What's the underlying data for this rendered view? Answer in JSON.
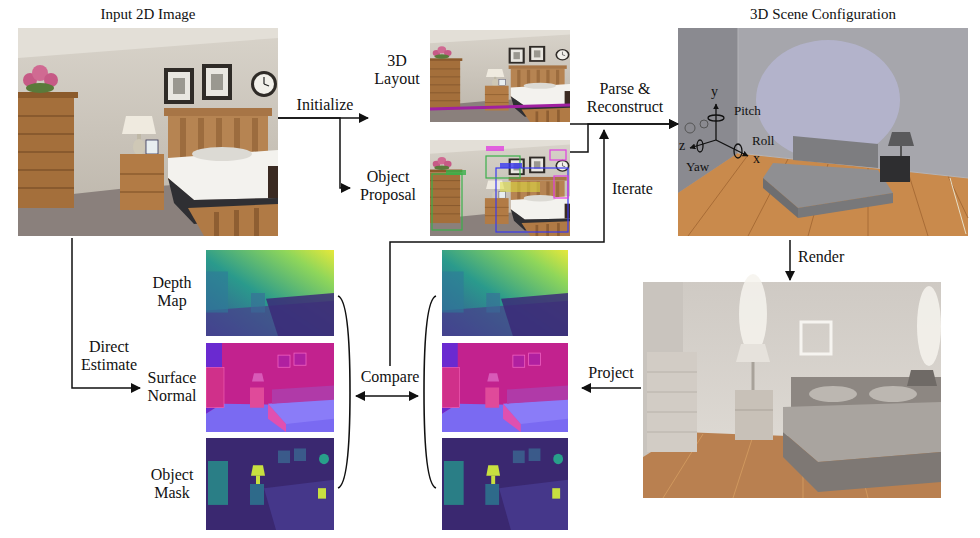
{
  "diagram": {
    "nodes": [
      {
        "text": [
          "Input 2D Image"
        ]
      },
      {
        "text": [
          "3D Layout"
        ]
      },
      {
        "text": [
          "Object Proposal"
        ]
      },
      {
        "text": [
          "3D Scene Configuration"
        ]
      },
      {
        "text": [
          "Depth Map"
        ]
      },
      {
        "text": [
          "Surface Normal"
        ]
      },
      {
        "text": [
          "Object Mask"
        ]
      }
    ],
    "edges": [
      {
        "from": 0,
        "to": 1,
        "label": "Initialize",
        "arrow": "to"
      },
      {
        "from": 0,
        "to": 2,
        "arrow": "to"
      },
      {
        "from": 1,
        "to": 3,
        "label": "Parse & Reconstruct",
        "arrow": "to"
      },
      {
        "from": 2,
        "to": 3,
        "arrow": "to"
      },
      {
        "from": 0,
        "to": 5,
        "label": "Direct Estimate",
        "arrow": "to"
      }
    ],
    "labels": [
      "Iterate",
      "Compare",
      "Render",
      "Project",
      "y",
      "Pitch",
      "z",
      "Yaw",
      "Roll",
      "x"
    ]
  }
}
